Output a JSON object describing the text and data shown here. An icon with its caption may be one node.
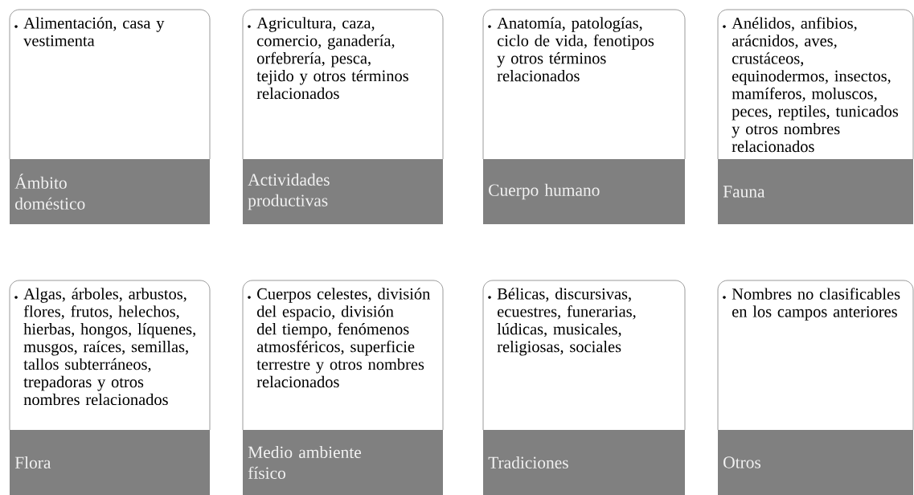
{
  "diagram": {
    "nodes": [
      {
        "text": [
          "Alimentación, casa y vestimenta",
          "Ámbito doméstico"
        ]
      },
      {
        "text": [
          "Agricultura, caza, comercio, ganadería, orfebrería, pesca, tejido y otros términos relacionados",
          "Actividades productivas"
        ]
      },
      {
        "text": [
          "Anatomía, patologías, ciclo de vida, fenotipos y otros términos relacionados",
          "Cuerpo humano"
        ]
      },
      {
        "text": [
          "Anélidos, anfibios, arácnidos, aves, crustáceos, equinodermos, insectos, mamíferos, moluscos, peces, reptiles, tunicados y otros nombres relacionados",
          "Fauna"
        ]
      },
      {
        "text": [
          "Algas, árboles, arbustos, flores, frutos, helechos, hierbas, hongos, líquenes, musgos, raíces, semillas, tallos subterráneos, trepadoras y otros nombres relacionados",
          "Flora"
        ]
      },
      {
        "text": [
          "Cuerpos celestes, división del espacio, división del tiempo, fenómenos atmosféricos, superficie terrestre y otros nombres relacionados",
          "Medio ambiente físico"
        ]
      },
      {
        "text": [
          "Bélicas, discursivas, ecuestres, funerarias, lúdicas, musicales, religiosas, sociales",
          "Tradiciones"
        ]
      },
      {
        "text": [
          "Nombres no clasificables en los campos anteriores",
          "Otros"
        ]
      }
    ]
  }
}
